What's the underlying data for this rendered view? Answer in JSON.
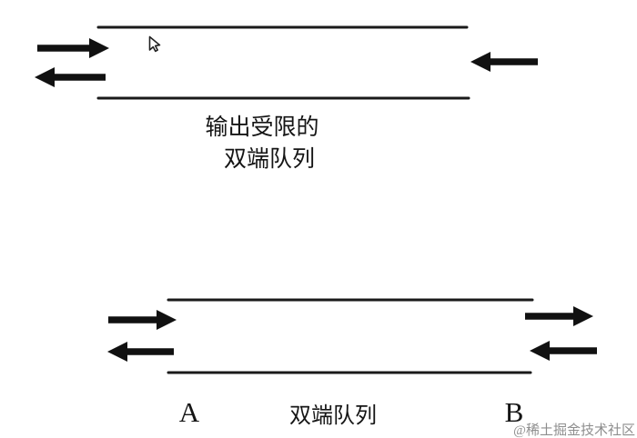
{
  "colors": {
    "background": "#ffffff",
    "ink": "#111111",
    "watermark": "#8e8e8e"
  },
  "icons": {
    "enqueue_arrow": "→",
    "dequeue_arrow": "←",
    "mouse_cursor": "pointer"
  },
  "top_diagram": {
    "name": "output-restricted-deque",
    "caption_line1": "输出受限的",
    "caption_line2": "双端队列",
    "left_end_arrows": [
      "in",
      "out"
    ],
    "right_end_arrows": [
      "in"
    ]
  },
  "bottom_diagram": {
    "name": "deque",
    "caption": "双端队列",
    "left_end_label": "A",
    "right_end_label": "B",
    "left_end_arrows": [
      "in",
      "out"
    ],
    "right_end_arrows": [
      "out",
      "in"
    ]
  },
  "watermark": {
    "text": "@稀土掘金技术社区"
  }
}
